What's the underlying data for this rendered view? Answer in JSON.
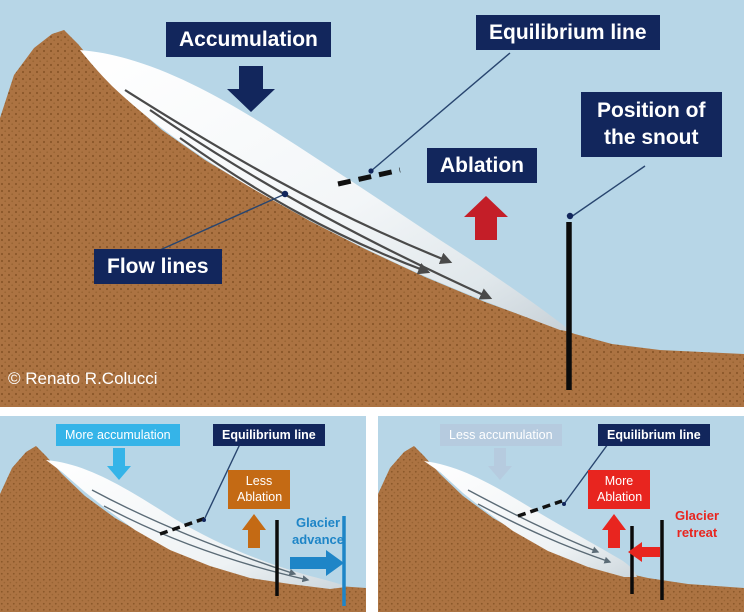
{
  "palette": {
    "sky": "#b7d6e7",
    "ground": "#ac7342",
    "ground_dots": "#8a5729",
    "navy_box": "#12265c",
    "ablation_red": "#c41e28",
    "bright_red": "#e8251f",
    "cyan": "#35b4e8",
    "pale_blue": "#b6cbdf",
    "orange": "#c46a14",
    "advance_blue": "#1e85c7",
    "glacier_white": "#ffffff",
    "glacier_shade": "#c6d0d7",
    "flow_line_gray": "#4a4a4a"
  },
  "main_panel": {
    "accumulation_label": "Accumulation",
    "equilibrium_label": "Equilibrium line",
    "ablation_label": "Ablation",
    "snout_label": "Position of\nthe snout",
    "flow_lines_label": "Flow lines",
    "credit": "© Renato R.Colucci"
  },
  "advance_panel": {
    "accumulation_label": "More accumulation",
    "equilibrium_label": "Equilibrium line",
    "ablation_label": "Less\nAblation",
    "status_label": "Glacier\nadvance"
  },
  "retreat_panel": {
    "accumulation_label": "Less accumulation",
    "equilibrium_label": "Equilibrium line",
    "ablation_label": "More\nAblation",
    "status_label": "Glacier\nretreat"
  },
  "icons": {
    "accumulation_arrow": "down-block-arrow",
    "ablation_arrow": "up-block-arrow",
    "advance_arrow": "right-block-arrow",
    "retreat_arrow": "left-block-arrow",
    "flow_arrows": "curved-arrows"
  }
}
